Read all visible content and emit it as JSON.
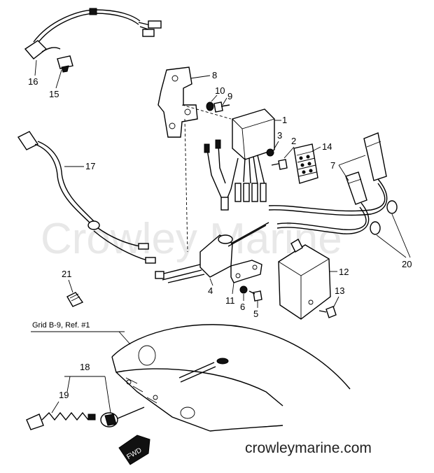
{
  "watermark": "Crowley Marine",
  "footer": "crowleymarine.com",
  "grid_ref": "Grid B-9, Ref. #1",
  "fwd_label": "FWD",
  "callouts": [
    "1",
    "2",
    "3",
    "4",
    "5",
    "6",
    "7",
    "8",
    "9",
    "10",
    "11",
    "12",
    "13",
    "14",
    "15",
    "16",
    "17",
    "18",
    "19",
    "20",
    "21"
  ]
}
